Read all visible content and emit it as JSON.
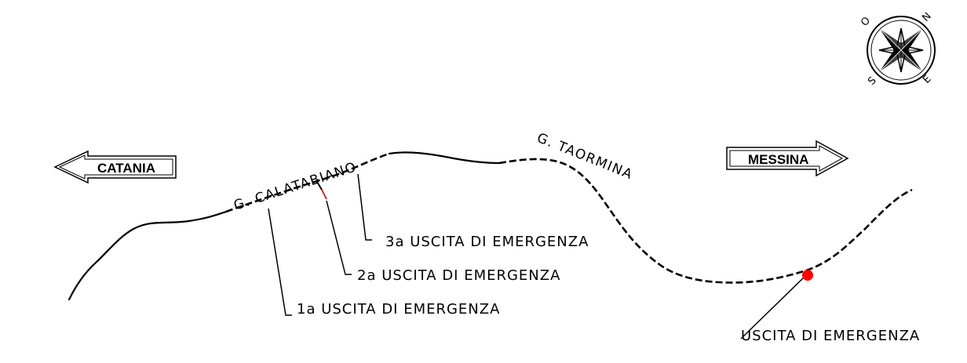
{
  "directions": {
    "west": "CATANIA",
    "east": "MESSINA"
  },
  "tunnels": {
    "calatabiano": "G. CALATABIANO",
    "taormina": "G. TAORMINA"
  },
  "exits": {
    "first": "1a USCITA DI EMERGENZA",
    "second": "2a USCITA DI EMERGENZA",
    "third": "3a USCITA DI EMERGENZA",
    "taormina": "USCITA DI EMERGENZA"
  },
  "compass": {
    "north": "N",
    "east": "E",
    "south": "S",
    "west": "O"
  },
  "colors": {
    "line": "#000000",
    "exit_marker": "#ff0000"
  }
}
